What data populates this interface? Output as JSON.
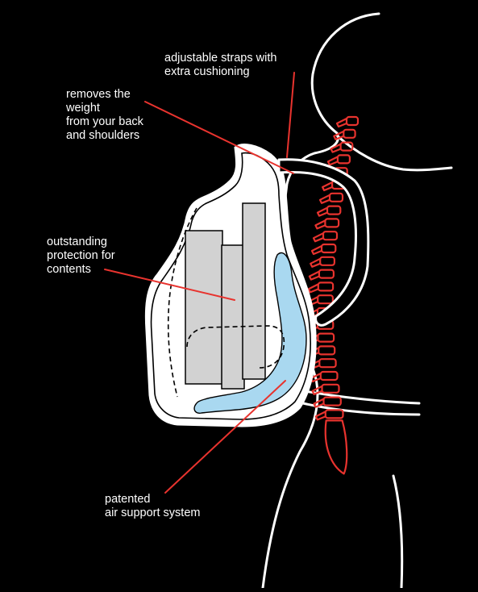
{
  "colors": {
    "background": "#000000",
    "outline": "#ffffff",
    "spine": "#e8332e",
    "pointer": "#e8332e",
    "air_cushion": "#a9d8f0",
    "bag_fill": "#ffffff",
    "contents_fill": "#d2d2d2"
  },
  "labels": {
    "straps": [
      "adjustable straps with",
      "extra cushioning"
    ],
    "weight": [
      "removes the",
      "weight",
      "from your back",
      "and shoulders"
    ],
    "protection": [
      "outstanding",
      "protection for",
      "contents"
    ],
    "air": [
      "patented",
      "air support system"
    ]
  },
  "icons": [
    "human-silhouette-outline",
    "spine-icon",
    "backpack-outline",
    "air-cushion-icon"
  ]
}
